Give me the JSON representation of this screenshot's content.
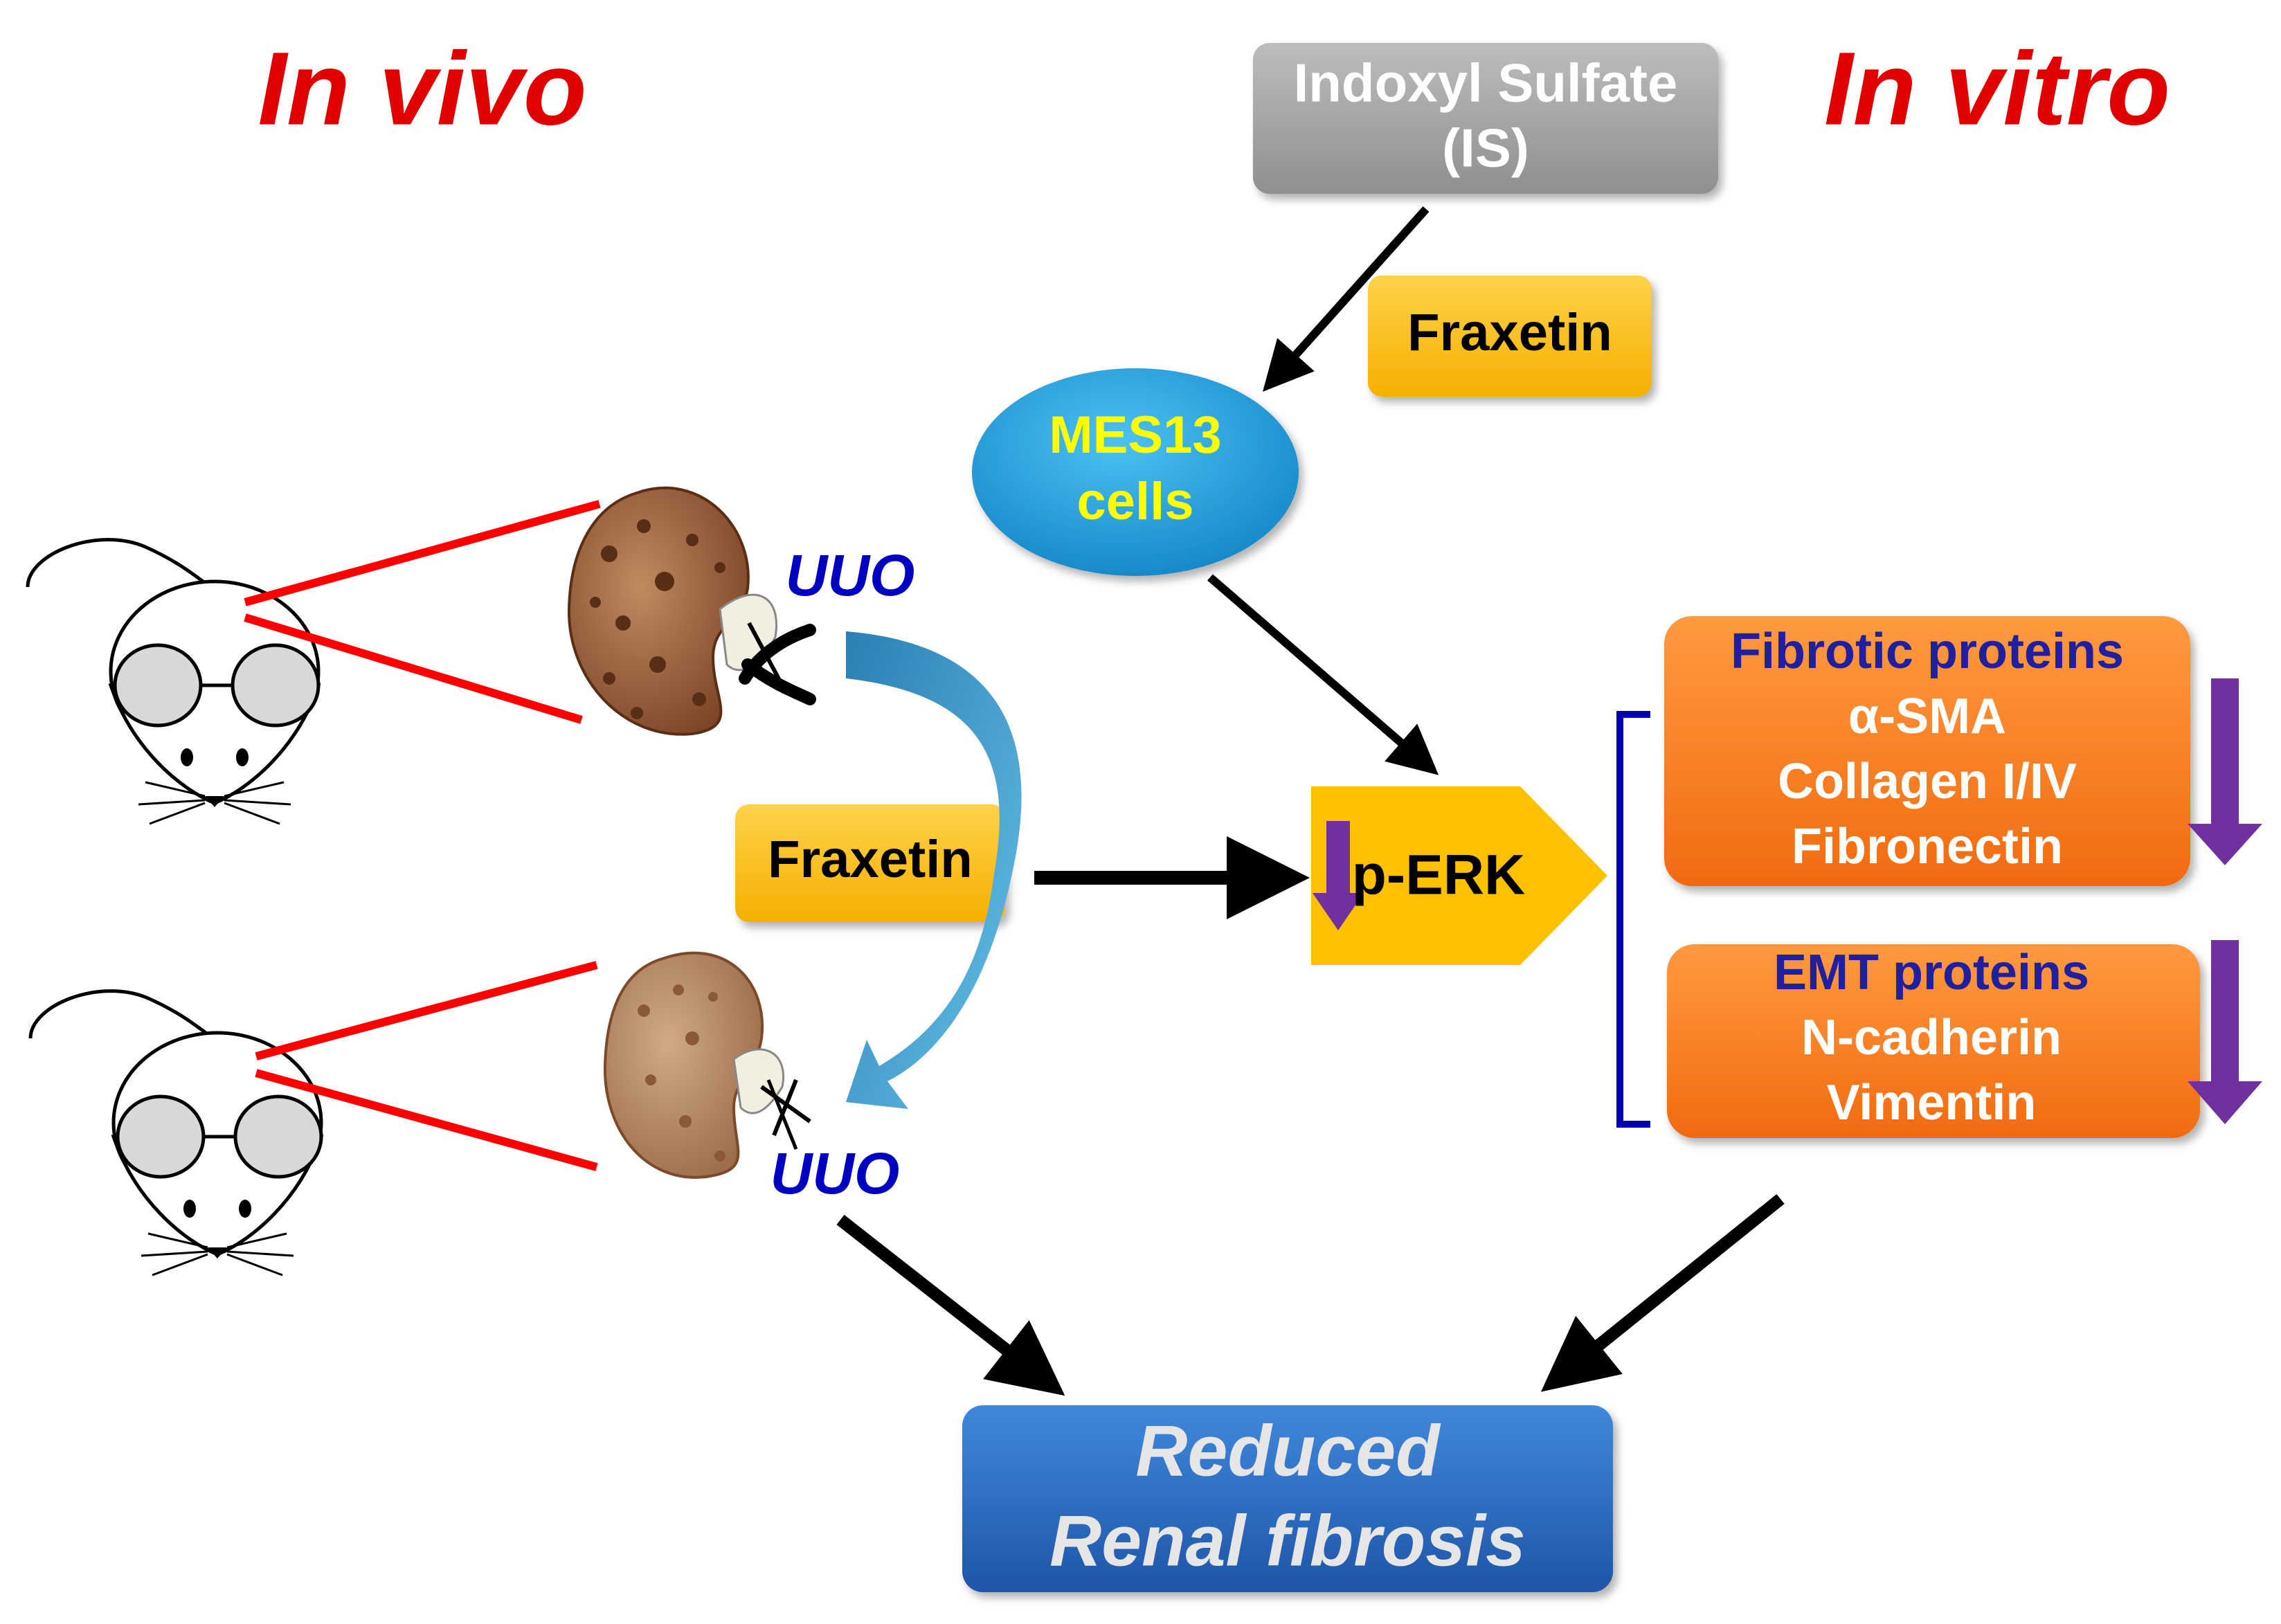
{
  "headings": {
    "left": "In vivo",
    "right": "In vitro"
  },
  "nodes": {
    "is": {
      "line1": "Indoxyl Sulfate",
      "line2": "(IS)"
    },
    "fraxetin_top": "Fraxetin",
    "fraxetin_mid": "Fraxetin",
    "mes13": {
      "line1": "MES13",
      "line2": "cells"
    },
    "perk": "p-ERK",
    "uuo_top": "UUO",
    "uuo_bottom": "UUO",
    "fibrotic": {
      "title": "Fibrotic proteins",
      "items": [
        "α-SMA",
        "Collagen I/IV",
        "Fibronectin"
      ]
    },
    "emt": {
      "title": "EMT proteins",
      "items": [
        "N-cadherin",
        "Vimentin"
      ]
    },
    "outcome": {
      "line1": "Reduced",
      "line2": "Renal fibrosis"
    }
  },
  "colors": {
    "heading": "#e00000",
    "is_box": "#a6a6a6",
    "fraxetin": "#ffc000",
    "mes13": "#1e9ee0",
    "mes13_text": "#ffff00",
    "perk": "#ffc000",
    "protein_box": "#ff7c1f",
    "protein_title": "#1f1fa0",
    "outcome": "#2f6fc8",
    "down_arrow": "#7030a0",
    "uuo_text": "#0000c0",
    "red_line": "#ff0000",
    "bracket": "#0000b0",
    "curve_arrow": "#3b97c9"
  }
}
